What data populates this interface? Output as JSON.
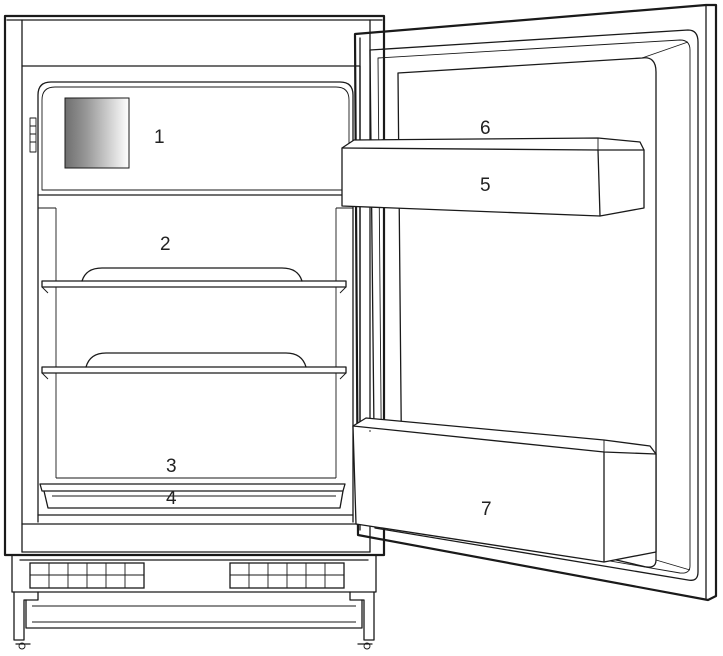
{
  "labels": {
    "l1": "1",
    "l2": "2",
    "l3": "3",
    "l4": "4",
    "l5": "5",
    "l6": "6",
    "l7": "7"
  },
  "colors": {
    "line": "#1a1a1a",
    "background": "#ffffff",
    "panel_dark": "#6e6e6e",
    "panel_light": "#ffffff"
  }
}
